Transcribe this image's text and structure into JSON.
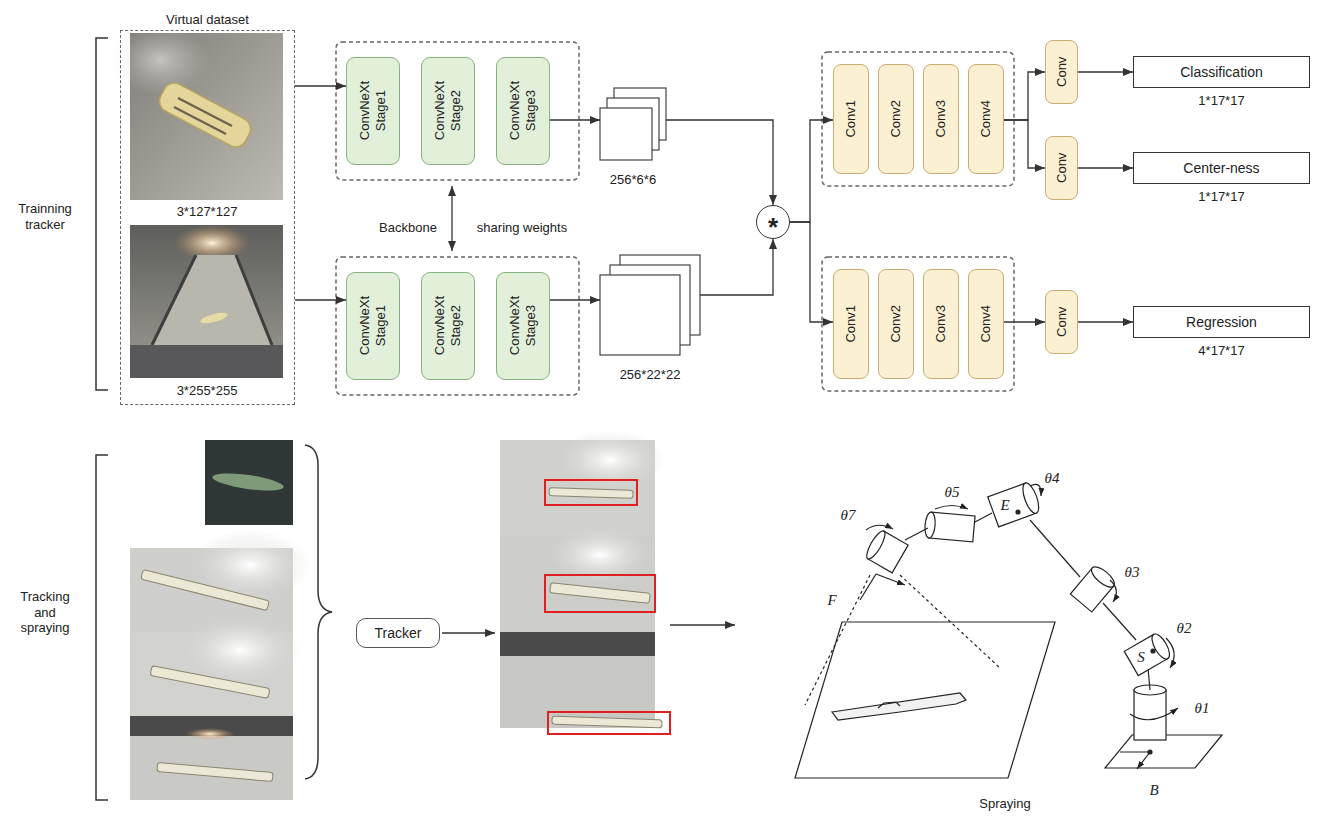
{
  "diagram": {
    "nodes": [
      {
        "text": [
          "Virtual dataset"
        ]
      },
      {
        "text": [
          "ConvNeXt Stage1"
        ]
      },
      {
        "text": [
          "ConvNeXt Stage2"
        ]
      },
      {
        "text": [
          "ConvNeXt Stage3"
        ]
      },
      {
        "text": [
          "ConvNeXt Stage1"
        ]
      },
      {
        "text": [
          "ConvNeXt Stage2"
        ]
      },
      {
        "text": [
          "ConvNeXt Stage3"
        ]
      },
      {
        "text": [
          "256*6*6"
        ]
      },
      {
        "text": [
          "256*22*22"
        ]
      },
      {
        "text": [
          "*"
        ]
      },
      {
        "text": [
          "Conv1"
        ]
      },
      {
        "text": [
          "Conv2"
        ]
      },
      {
        "text": [
          "Conv3"
        ]
      },
      {
        "text": [
          "Conv4"
        ]
      },
      {
        "text": [
          "Conv1"
        ]
      },
      {
        "text": [
          "Conv2"
        ]
      },
      {
        "text": [
          "Conv3"
        ]
      },
      {
        "text": [
          "Conv4"
        ]
      },
      {
        "text": [
          "Conv"
        ]
      },
      {
        "text": [
          "Conv"
        ]
      },
      {
        "text": [
          "Conv"
        ]
      },
      {
        "text": [
          "Classification",
          "1*17*17"
        ]
      },
      {
        "text": [
          "Center-ness",
          "1*17*17"
        ]
      },
      {
        "text": [
          "Regression",
          "4*17*17"
        ]
      },
      {
        "text": [
          "Tracker"
        ]
      }
    ],
    "edges": [
      {
        "from": 0,
        "to": 1,
        "arrow": "to"
      },
      {
        "from": 0,
        "to": 4,
        "arrow": "to"
      },
      {
        "from": 3,
        "to": 7,
        "arrow": "to"
      },
      {
        "from": 6,
        "to": 8,
        "arrow": "to"
      },
      {
        "from": 7,
        "to": 9,
        "arrow": "to"
      },
      {
        "from": 8,
        "to": 9,
        "arrow": "to"
      },
      {
        "from": 9,
        "to": 10,
        "arrow": "to"
      },
      {
        "from": 9,
        "to": 14,
        "arrow": "to"
      },
      {
        "from": 13,
        "to": 18,
        "arrow": "to"
      },
      {
        "from": 13,
        "to": 19,
        "arrow": "to"
      },
      {
        "from": 17,
        "to": 20,
        "arrow": "to"
      },
      {
        "from": 18,
        "to": 21,
        "arrow": "to"
      },
      {
        "from": 19,
        "to": 22,
        "arrow": "to"
      },
      {
        "from": 20,
        "to": 23,
        "arrow": "to"
      }
    ],
    "labels": [
      "Trainning tracker",
      "3*127*127",
      "3*255*255",
      "Backbone",
      "sharing weights",
      "Tracking and spraying",
      "θ7",
      "θ5",
      "E",
      "θ4",
      "θ3",
      "S",
      "θ2",
      "F",
      "θ1",
      "B",
      "Spraying"
    ]
  }
}
